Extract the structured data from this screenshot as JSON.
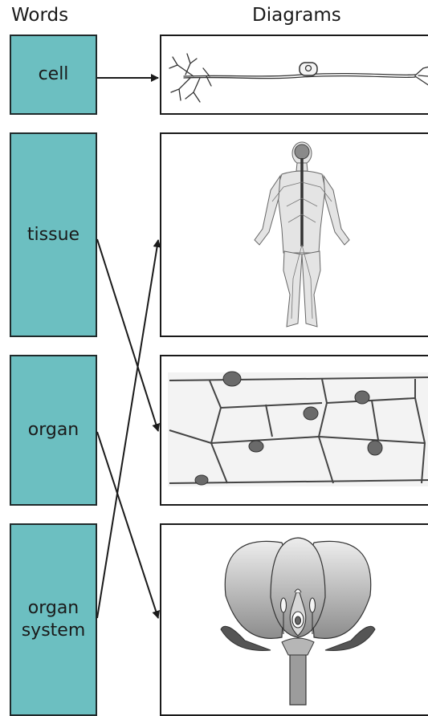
{
  "headings": {
    "words": "Words",
    "diagrams": "Diagrams"
  },
  "words": [
    {
      "id": "cell",
      "label": "cell"
    },
    {
      "id": "tissue",
      "label": "tissue"
    },
    {
      "id": "organ",
      "label": "organ"
    },
    {
      "id": "organ-system",
      "label": "organ system"
    }
  ],
  "diagrams": [
    {
      "id": "neuron",
      "icon": "neuron-cell-icon"
    },
    {
      "id": "human",
      "icon": "human-nervous-system-icon"
    },
    {
      "id": "plant-cells",
      "icon": "plant-cells-tissue-icon"
    },
    {
      "id": "flower",
      "icon": "flower-organ-icon"
    }
  ],
  "connections": [
    {
      "from": "cell",
      "to": "neuron"
    },
    {
      "from": "tissue",
      "to": "plant-cells"
    },
    {
      "from": "organ",
      "to": "flower"
    },
    {
      "from": "organ-system",
      "to": "human"
    }
  ],
  "colors": {
    "word_box": "#6cbfc1",
    "line": "#1a1a1a"
  }
}
